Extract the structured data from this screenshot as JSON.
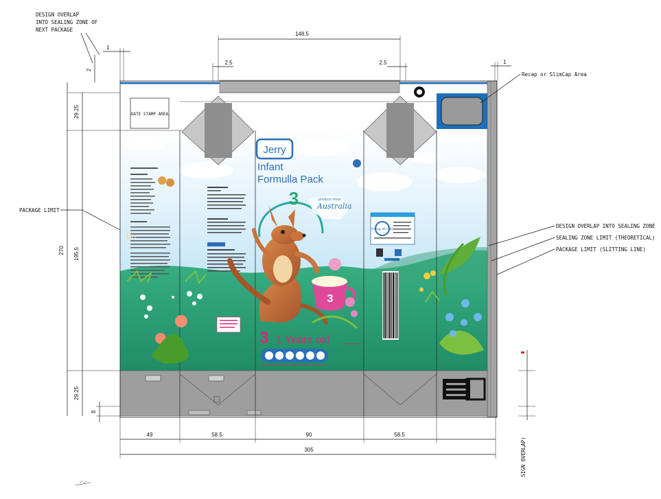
{
  "annotations": {
    "design_overlap_next": [
      "DESIGN OVERLAP",
      "INTO SEALING ZONE OF",
      "NEXT PACKAGE"
    ],
    "recap_area": "Recap or SlimCap Area",
    "package_limit_left": "PACKAGE LIMIT",
    "design_overlap_sealing": "DESIGN OVERLAP INTO SEALING ZONE",
    "sealing_zone_limit": "SEALING ZONE LIMIT (THEORETICAL)",
    "package_limit_slitting": "PACKAGE LIMIT (SLITTING LINE)",
    "sign_overlap": "SIGN OVERLAP)",
    "date_stamp": "DATE STAMP AREA"
  },
  "dimensions": {
    "top_width": "148.5",
    "left_gap": "2.5",
    "right_gap": "2.5",
    "overlap_left": "1",
    "overlap_right": "1",
    "small_left": "2",
    "top_zone": "29.25",
    "total_height": "270",
    "body_height": "195.5",
    "bottom_zone": "29.25",
    "bottom_small": "8",
    "panel_1": "49",
    "panel_2": "58.5",
    "panel_3": "90",
    "panel_4": "58.5",
    "total_width": "305"
  },
  "product": {
    "brand": "Jerry",
    "title_line1": "Infant",
    "title_line2": "Formulla Pack",
    "stage_number": "3",
    "origin_small": "product from",
    "origin": "Australia",
    "cup_number": "3",
    "age_number": "3",
    "age_text": "1 Years old",
    "energy_badge": "Energy 8% 73kJ",
    "side_logo": "Ba"
  },
  "colors": {
    "sky": "#cfeaf7",
    "grass": "#2e9e76",
    "brand_blue": "#2b6fb6",
    "teal": "#2aa876",
    "magenta": "#d6297a",
    "gray_zone": "#9a9a9a"
  }
}
